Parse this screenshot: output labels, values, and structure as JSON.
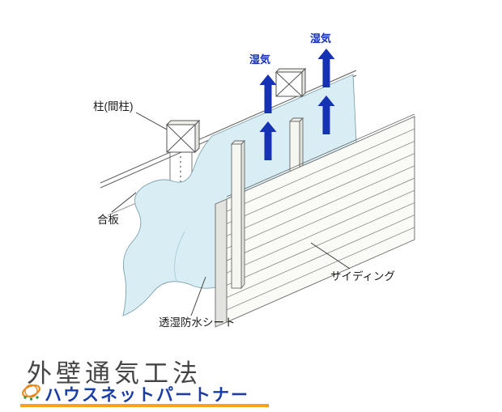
{
  "diagram": {
    "labels": {
      "moisture_a": "湿気",
      "moisture_b": "湿気",
      "pillar": "柱(間柱)",
      "plywood": "合板",
      "breathable_sheet": "透湿防水シート",
      "siding": "サイディング"
    },
    "colors": {
      "arrow_blue": "#1632b4",
      "moisture_text": "#1632b4",
      "sheet_fill": "#d9eef4",
      "sheet_stroke": "#7fa2ab",
      "line_gray": "#5a5a5a"
    }
  },
  "footer": {
    "title": "外壁通気工法",
    "title_color": "#454545",
    "brand": "ハウスネットパートナー",
    "brand_color": "#1b3ea6",
    "underline_color": "#f5a31c"
  }
}
